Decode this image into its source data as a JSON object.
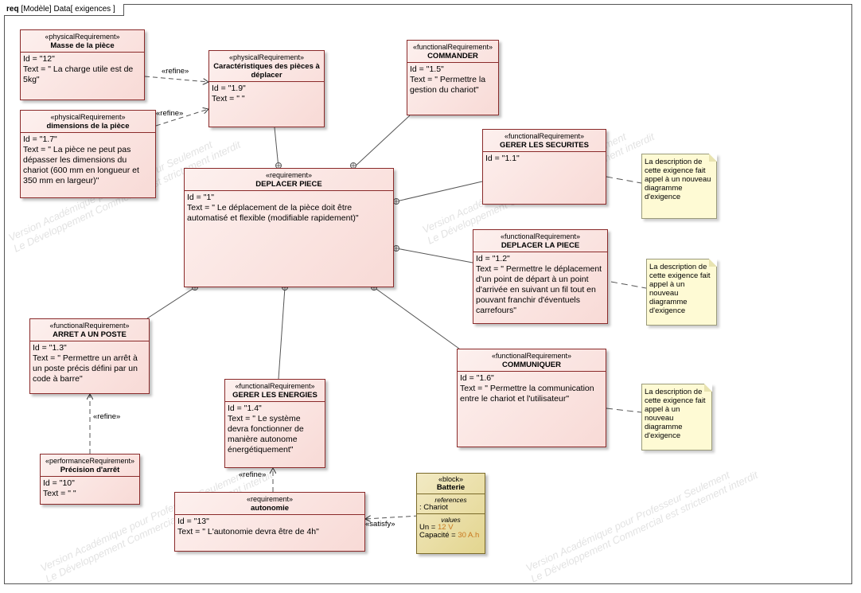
{
  "frame": {
    "kind": "req",
    "title": "[Modèle] Data[ exigences ]"
  },
  "requirements": {
    "masse": {
      "stereotype": "«physicalRequirement»",
      "name": "Masse de la pièce",
      "id": "Id = \"12\"",
      "text": "Text = \" La charge utile est de 5kg\""
    },
    "carac": {
      "stereotype": "«physicalRequirement»",
      "name": "Caractéristiques des pièces à déplacer",
      "id": "Id = \"1.9\"",
      "text": "Text = \" \""
    },
    "dims": {
      "stereotype": "«physicalRequirement»",
      "name": "dimensions de la pièce",
      "id": "Id = \"1.7\"",
      "text": "Text = \" La pièce ne peut pas dépasser les dimensions du chariot (600 mm en longueur et 350 mm en largeur)\""
    },
    "commander": {
      "stereotype": "«functionalRequirement»",
      "name": "COMMANDER",
      "id": "Id = \"1.5\"",
      "text": "Text = \" Permettre la gestion du chariot\""
    },
    "securites": {
      "stereotype": "«functionalRequirement»",
      "name": "GERER LES SECURITES",
      "id": "Id = \"1.1\"",
      "text": ""
    },
    "deplacer": {
      "stereotype": "«requirement»",
      "name": "DEPLACER PIECE",
      "id": "Id = \"1\"",
      "text": "Text = \" Le déplacement de la pièce doit être automatisé et flexible (modifiable rapidement)\""
    },
    "deplacerLa": {
      "stereotype": "«functionalRequirement»",
      "name": "DEPLACER LA PIECE",
      "id": "Id = \"1.2\"",
      "text": "Text = \" Permettre le déplacement d'un point de départ à un point d'arrivée en suivant un fil tout en pouvant franchir d'éventuels carrefours\""
    },
    "arret": {
      "stereotype": "«functionalRequirement»",
      "name": "ARRET A UN POSTE",
      "id": "Id = \"1.3\"",
      "text": "Text = \" Permettre un arrêt à un poste précis défini par un code à barre\""
    },
    "communiquer": {
      "stereotype": "«functionalRequirement»",
      "name": "COMMUNIQUER",
      "id": "Id = \"1.6\"",
      "text": "Text = \" Permettre la communication entre le chariot et l'utilisateur\""
    },
    "energies": {
      "stereotype": "«functionalRequirement»",
      "name": "GERER LES ENERGIES",
      "id": "Id = \"1.4\"",
      "text": "Text = \" Le système devra fonctionner de manière autonome énergétiquement\""
    },
    "precision": {
      "stereotype": "«performanceRequirement»",
      "name": "Précision d'arrêt",
      "id": "Id = \"10\"",
      "text": "Text = \" \""
    },
    "autonomie": {
      "stereotype": "«requirement»",
      "name": "autonomie",
      "id": "Id = \"13\"",
      "text": "Text = \" L'autonomie devra être de 4h\""
    }
  },
  "notes": {
    "n1": "La description de cette exigence fait appel à un nouveau diagramme d'exigence",
    "n2": "La description de cette exigence fait appel à un nouveau diagramme d'exigence",
    "n3": "La description de cette exigence fait appel à un nouveau diagramme d'exigence"
  },
  "block": {
    "stereotype": "«block»",
    "name": "Batterie",
    "references_title": "references",
    "references_item": ": Chariot",
    "values_title": "values",
    "values": [
      {
        "label": "Un = ",
        "value": "12 V"
      },
      {
        "label": "Capacité = ",
        "value": "30 A.h"
      }
    ]
  },
  "relations": {
    "refine1": "«refine»",
    "refine2": "«refine»",
    "refine3": "«refine»",
    "refine4": "«refine»",
    "satisfy": "«satisfy»"
  },
  "watermark": {
    "line1": "Version Académique pour Professeur Seulement",
    "line2": "Le Développement Commercial est strictement interdit"
  }
}
